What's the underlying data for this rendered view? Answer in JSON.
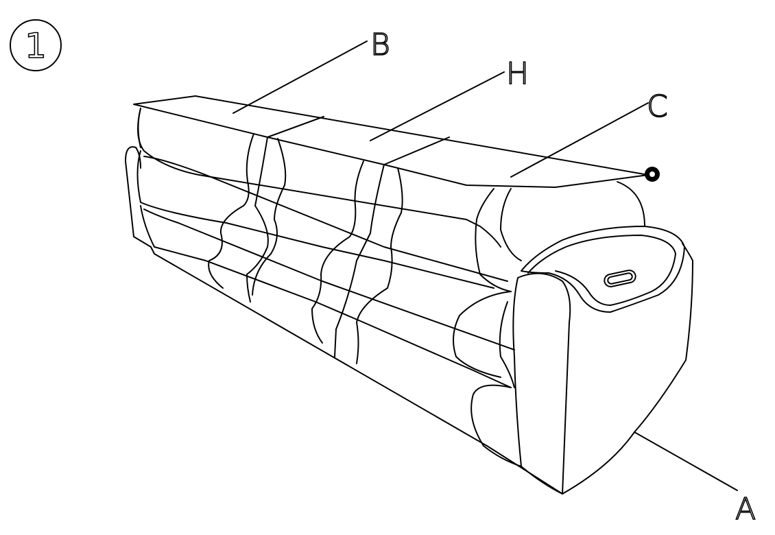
{
  "step": {
    "number": "1"
  },
  "parts": {
    "a": "A",
    "b": "B",
    "c": "C",
    "h": "H"
  },
  "colors": {
    "line": "#000000",
    "background": "#ffffff"
  },
  "icons": {
    "control_panel": "power-button-icon",
    "knob": "knob-icon"
  }
}
